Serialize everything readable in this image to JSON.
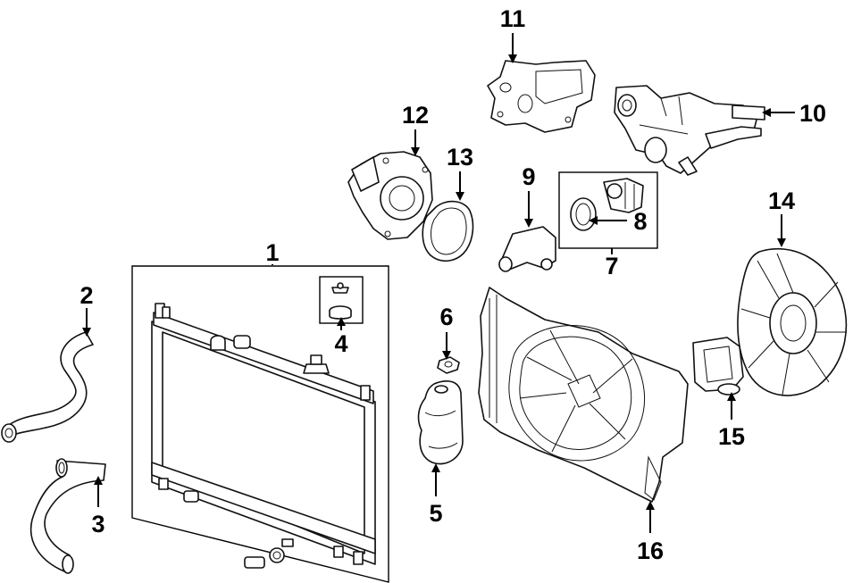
{
  "callouts": [
    {
      "id": "1",
      "label": "1"
    },
    {
      "id": "2",
      "label": "2"
    },
    {
      "id": "3",
      "label": "3"
    },
    {
      "id": "4",
      "label": "4"
    },
    {
      "id": "5",
      "label": "5"
    },
    {
      "id": "6",
      "label": "6"
    },
    {
      "id": "7",
      "label": "7"
    },
    {
      "id": "8",
      "label": "8"
    },
    {
      "id": "9",
      "label": "9"
    },
    {
      "id": "10",
      "label": "10"
    },
    {
      "id": "11",
      "label": "11"
    },
    {
      "id": "12",
      "label": "12"
    },
    {
      "id": "13",
      "label": "13"
    },
    {
      "id": "14",
      "label": "14"
    },
    {
      "id": "15",
      "label": "15"
    },
    {
      "id": "16",
      "label": "16"
    }
  ],
  "parts": [
    {
      "callout": "1",
      "icon": "radiator-icon"
    },
    {
      "callout": "2",
      "icon": "upper-hose-icon"
    },
    {
      "callout": "3",
      "icon": "lower-hose-icon"
    },
    {
      "callout": "4",
      "icon": "radiator-cap-icon"
    },
    {
      "callout": "5",
      "icon": "reservoir-tank-icon"
    },
    {
      "callout": "6",
      "icon": "nut-icon"
    },
    {
      "callout": "7",
      "icon": "thermostat-kit-icon"
    },
    {
      "callout": "8",
      "icon": "thermostat-icon"
    },
    {
      "callout": "9",
      "icon": "thermostat-housing-icon"
    },
    {
      "callout": "10",
      "icon": "water-outlet-icon"
    },
    {
      "callout": "11",
      "icon": "gasket-plate-icon"
    },
    {
      "callout": "12",
      "icon": "water-pump-icon"
    },
    {
      "callout": "13",
      "icon": "pump-gasket-icon"
    },
    {
      "callout": "14",
      "icon": "fan-blade-icon"
    },
    {
      "callout": "15",
      "icon": "fan-motor-icon"
    },
    {
      "callout": "16",
      "icon": "fan-shroud-icon"
    }
  ]
}
